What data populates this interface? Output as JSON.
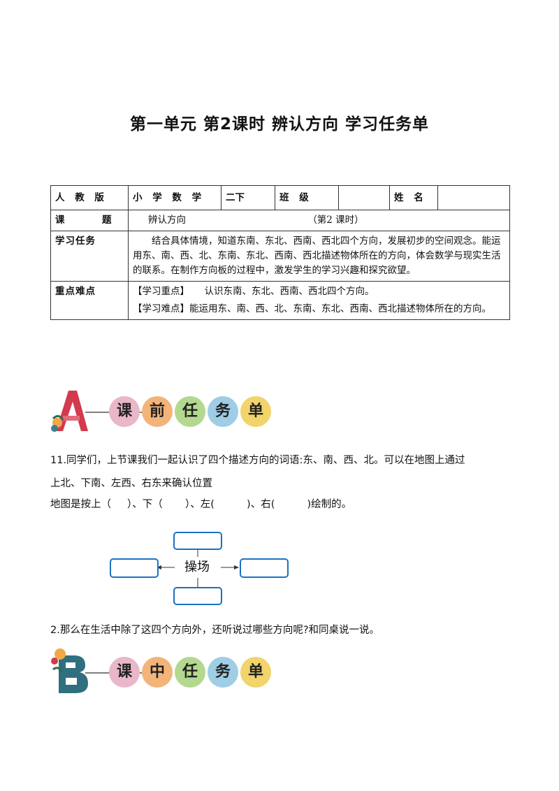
{
  "title": "第一单元 第2课时 辨认方向   学习任务单",
  "info_table": {
    "publisher": "人 教 版",
    "subject": "小 学 数 学",
    "grade": "二下",
    "class_label": "班 级",
    "class_value": "",
    "name_label": "姓 名",
    "name_value": "",
    "topic_label": "课     题",
    "topic_value": "辨认方向",
    "lesson_note": "（第2 课时）",
    "task_label": "学习任务",
    "task_text": "结合具体情境，知道东南、东北、西南、西北四个方向，发展初步的空间观念。能运用东、南、西、北、东南、东北、西南、西北描述物体所在的方向，体会数学与现实生活的联系。在制作方向板的过程中，激发学生的学习兴趣和探究欲望。",
    "key_label": "重点难点",
    "key_point": "【学习重点】     认识东南、东北、西南、西北四个方向。",
    "difficult_point": "【学习难点】能运用东、南、西、北、东南、东北、西南、西北描述物体所在的方向。"
  },
  "banner_a": {
    "letter": "A",
    "chars": [
      "课",
      "前",
      "任",
      "务",
      "单"
    ],
    "colors": [
      "#e9b7c9",
      "#f3b47a",
      "#b3d88f",
      "#9fcde6",
      "#f2d46c"
    ]
  },
  "questions": {
    "q1_line1": "11.同学们，上节课我们一起认识了四个描述方向的词语:东、南、西、北。可以在地图上通过",
    "q1_line2": "上北、下南、左西、右东来确认位置",
    "q1_line3": "地图是按上（     ）、下（       ）、左(          )、右(          )绘制的。",
    "diagram_center": "操场",
    "q2": "2.那么在生活中除了这四个方向外，还听说过哪些方向呢?和同桌说一说。"
  },
  "banner_b": {
    "letter": "B",
    "chars": [
      "课",
      "中",
      "任",
      "务",
      "单"
    ],
    "colors": [
      "#e9b7c9",
      "#f3b47a",
      "#b3d88f",
      "#9fcde6",
      "#f2d46c"
    ]
  }
}
